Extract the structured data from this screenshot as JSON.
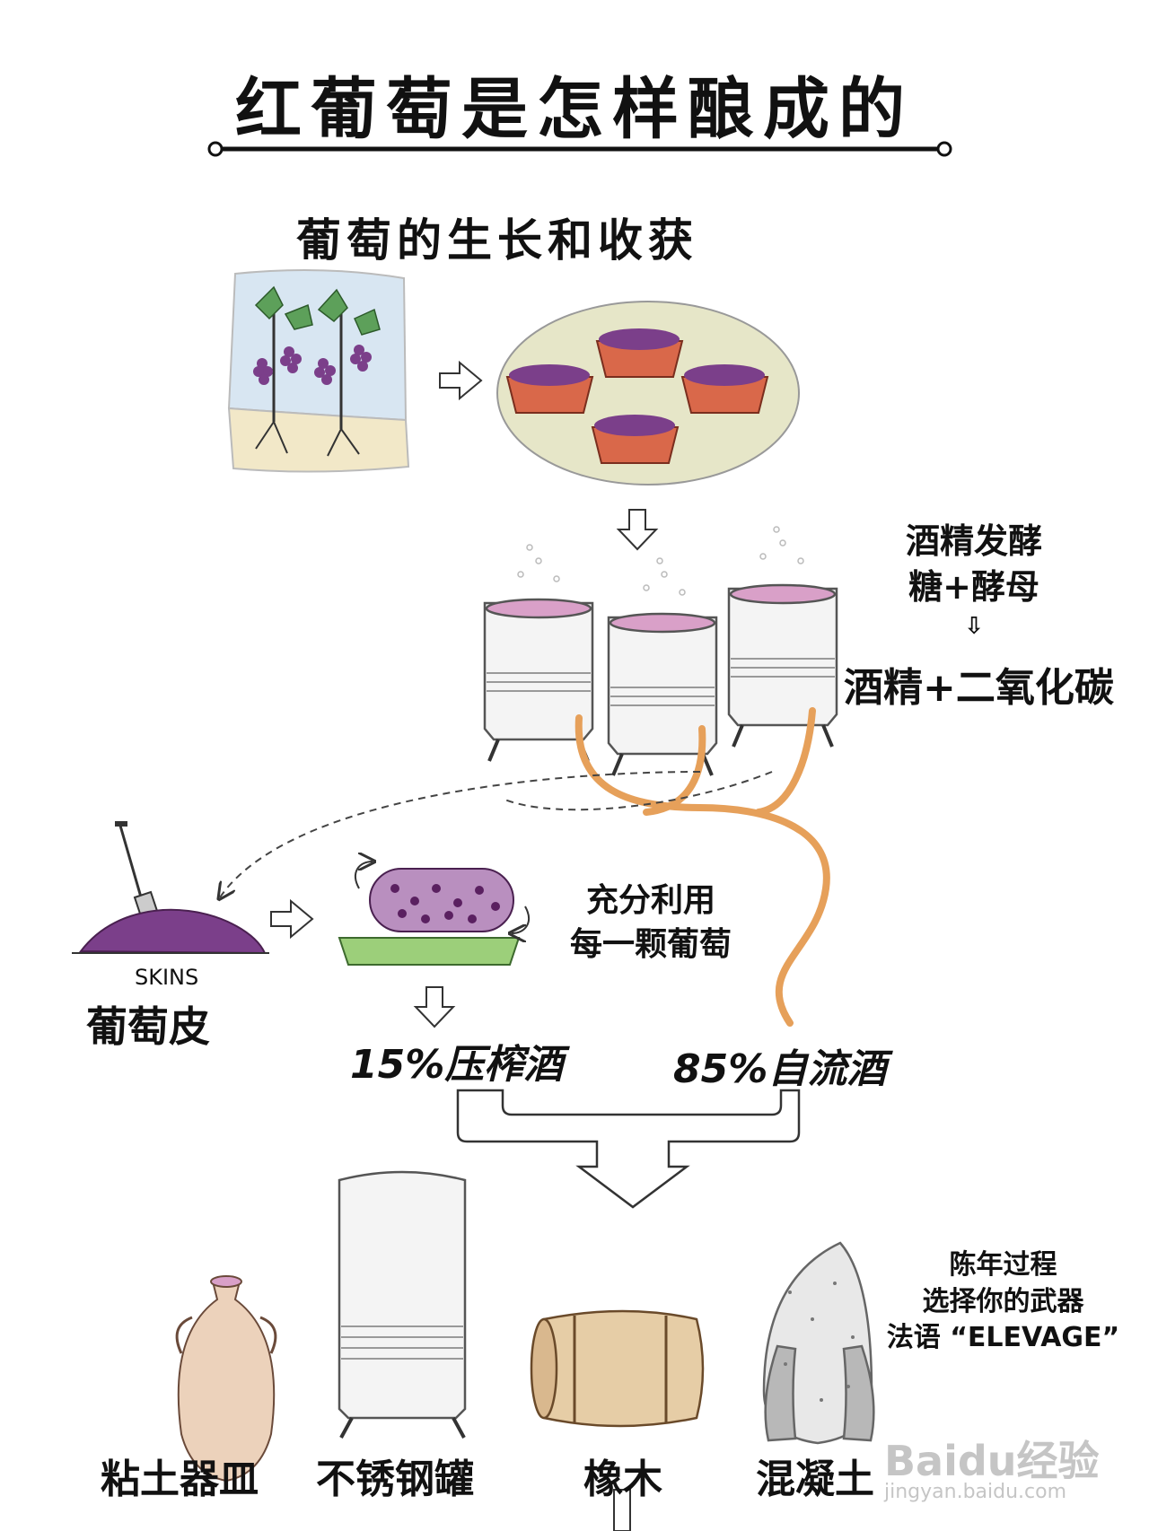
{
  "title": "红葡萄是怎样酿成的",
  "section_title": "葡萄的生长和收获",
  "fermentation": {
    "line1": "酒精发酵",
    "line2": "糖+酵母",
    "arrow": "⇩",
    "line3": "酒精+二氧化碳"
  },
  "press_note": {
    "line1": "充分利用",
    "line2": "每一颗葡萄"
  },
  "skins": {
    "en": "SKINS",
    "zh": "葡萄皮"
  },
  "wines": {
    "press": "15%压榨酒",
    "free_run": "85%自流酒"
  },
  "aging_note": {
    "line1": "陈年过程",
    "line2": "选择你的武器",
    "line3": "法语 “ELEVAGE”"
  },
  "vessels": [
    "粘土器皿",
    "不锈钢罐",
    "橡木",
    "混凝土"
  ],
  "watermark": {
    "brand": "Baidu经验",
    "url": "jingyan.baidu.com"
  },
  "colors": {
    "grape": "#7b3f8a",
    "basket": "#d9684a",
    "tray_green": "#9ccf7a",
    "hose": "#e6a05a",
    "sky": "#d8e6f2",
    "ground": "#f2e8c8",
    "plate": "#e6e6c8"
  }
}
